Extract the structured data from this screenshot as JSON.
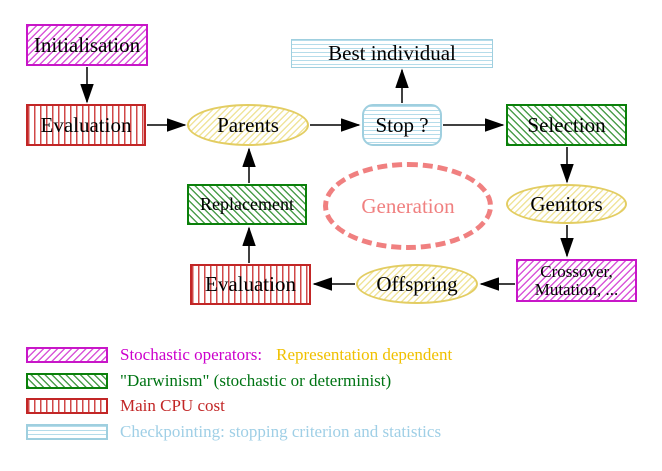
{
  "nodes": {
    "initialisation": "Initialisation",
    "evaluation_top": "Evaluation",
    "parents": "Parents",
    "best_individual": "Best individual",
    "stop": "Stop ?",
    "selection": "Selection",
    "replacement": "Replacement",
    "generation": "Generation",
    "genitors": "Genitors",
    "evaluation_bottom": "Evaluation",
    "offspring": "Offspring",
    "crossover_line1": "Crossover,",
    "crossover_line2": "Mutation, ..."
  },
  "edges": [
    {
      "from": "Initialisation",
      "to": "Evaluation"
    },
    {
      "from": "Evaluation",
      "to": "Parents"
    },
    {
      "from": "Parents",
      "to": "Stop ?"
    },
    {
      "from": "Stop ?",
      "to": "Best individual"
    },
    {
      "from": "Stop ?",
      "to": "Selection"
    },
    {
      "from": "Selection",
      "to": "Genitors"
    },
    {
      "from": "Genitors",
      "to": "Crossover, Mutation, ..."
    },
    {
      "from": "Crossover, Mutation, ...",
      "to": "Offspring"
    },
    {
      "from": "Offspring",
      "to": "Evaluation"
    },
    {
      "from": "Evaluation",
      "to": "Replacement"
    },
    {
      "from": "Replacement",
      "to": "Parents"
    }
  ],
  "legend": {
    "stochastic_label": "Stochastic operators:",
    "stochastic_extra": "Representation dependent",
    "darwinism_label": "\"Darwinism\" (stochastic or determinist)",
    "cpu_label": "Main CPU cost",
    "checkpointing_label": "Checkpointing: stopping criterion and statistics"
  },
  "colors": {
    "stochastic_magenta": "#cc00cc",
    "representation_yellow": "#f0c000",
    "darwinism_green": "#007414",
    "cpu_red": "#c22626",
    "checkpointing_cyan": "#9fcfe6",
    "ellipse_yellow_border": "#e3cd62",
    "generation_salmon": "#f08080",
    "arrow_black": "#000000"
  }
}
